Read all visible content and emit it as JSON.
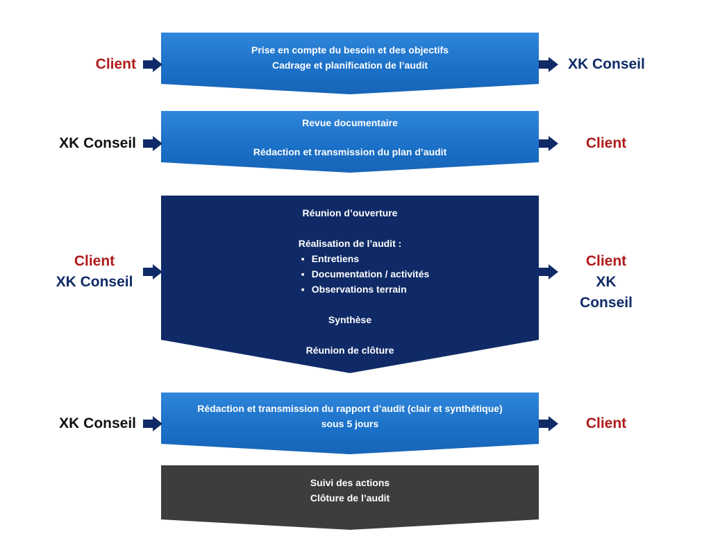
{
  "steps": [
    {
      "lines": [
        "Prise en compte du besoin et des objectifs",
        "Cadrage et planification de l’audit"
      ],
      "left": [
        "Client"
      ],
      "right": [
        "XK Conseil"
      ]
    },
    {
      "lines": [
        "Revue documentaire",
        "Rédaction et transmission du plan d’audit"
      ],
      "left": [
        "XK Conseil"
      ],
      "right": [
        "Client"
      ]
    },
    {
      "lines": [
        "Réunion d’ouverture",
        "Réalisation de l’audit :",
        "Synthèse",
        "Réunion de clôture"
      ],
      "bullets": [
        "Entretiens",
        "Documentation / activités",
        "Observations terrain"
      ],
      "left": [
        "Client",
        "XK Conseil"
      ],
      "right": [
        "Client",
        "XK Conseil"
      ]
    },
    {
      "lines": [
        "Rédaction et transmission du rapport d’audit (clair et synthétique)",
        "sous 5 jours"
      ],
      "left": [
        "XK Conseil"
      ],
      "right": [
        "Client"
      ]
    },
    {
      "lines": [
        "Suivi des actions",
        "Clôture de l’audit"
      ]
    }
  ],
  "colors": {
    "blue": "#1a6fc6",
    "navy": "#0f2a66",
    "gray": "#3d3d3d",
    "client_red": "#b01a1a",
    "arrow": "#0f2a66"
  }
}
